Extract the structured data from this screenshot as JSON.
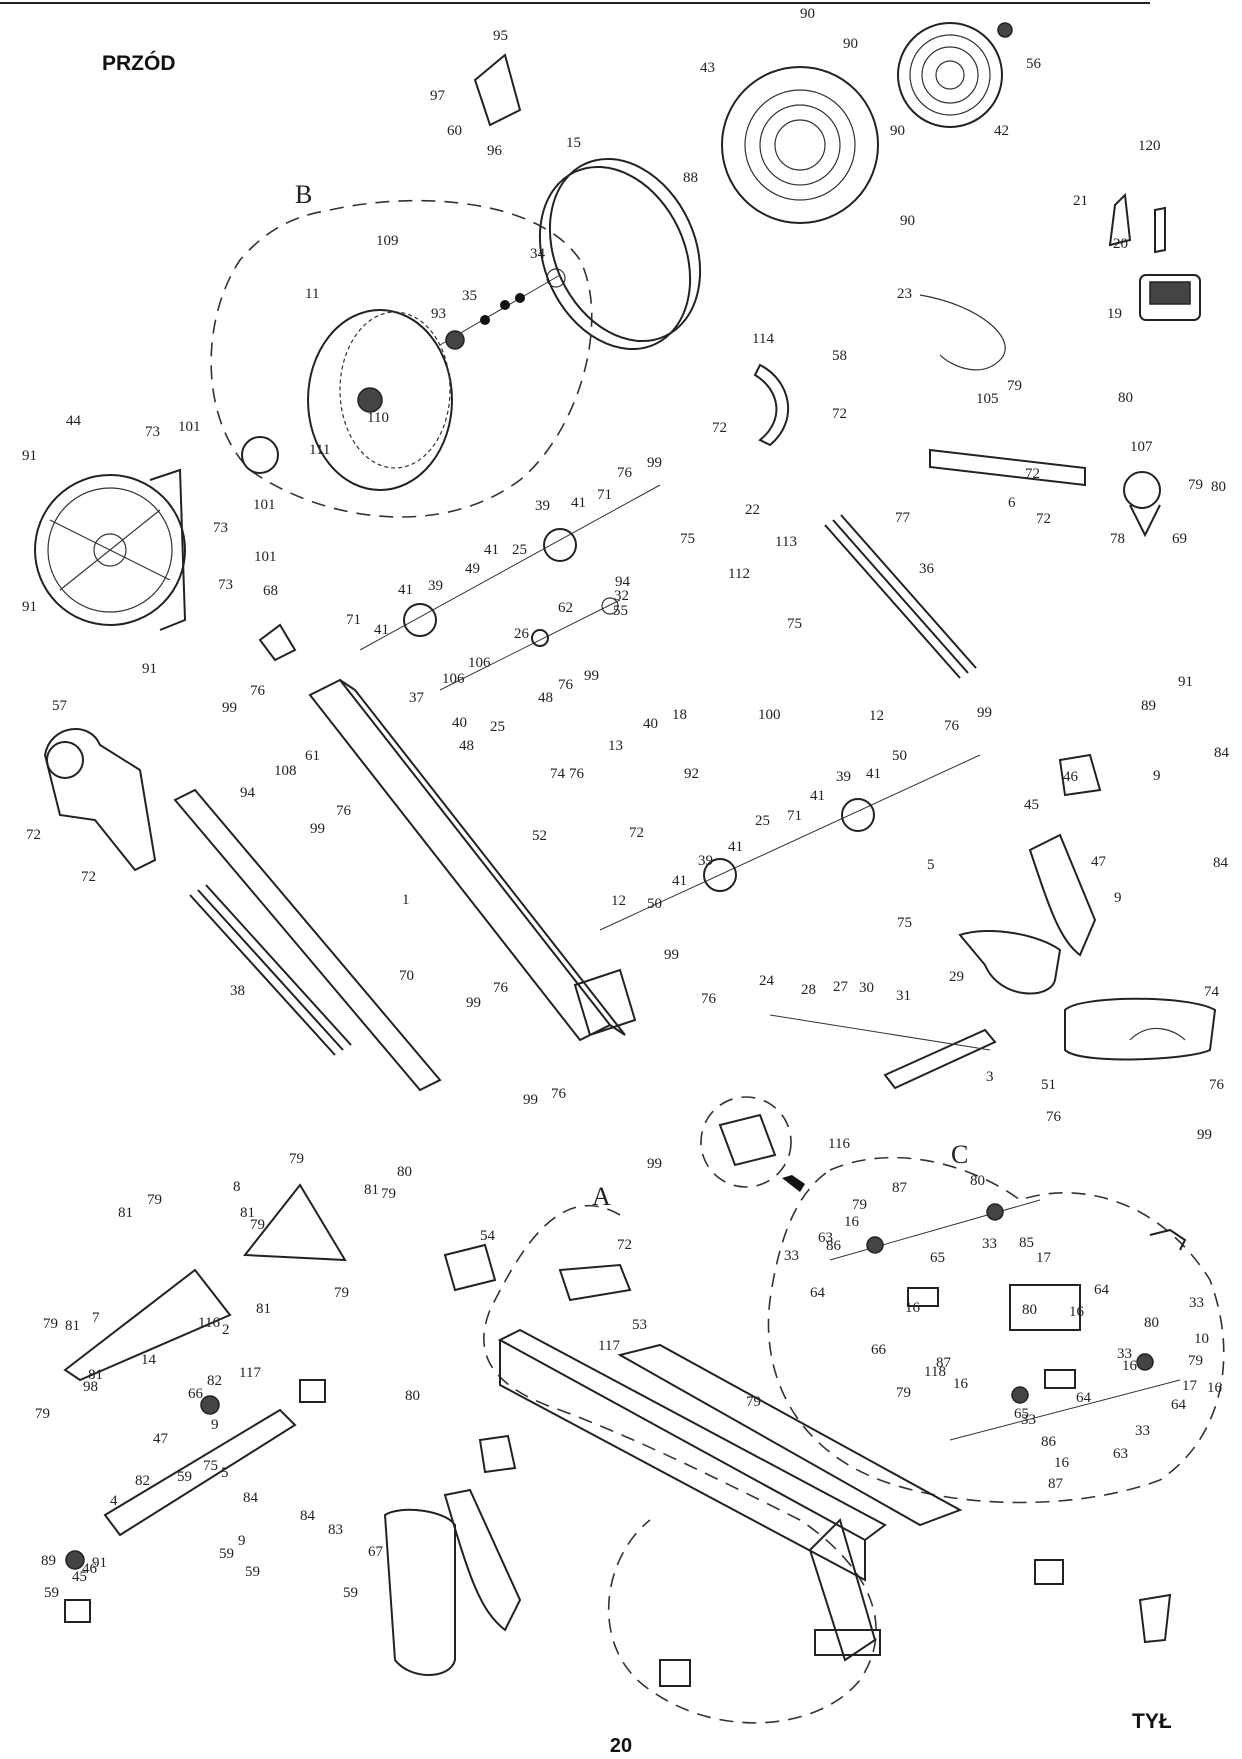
{
  "headings": {
    "front": "PRZÓD",
    "back": "TYŁ",
    "page_number": "20"
  },
  "group_letters": [
    "A",
    "B",
    "C"
  ],
  "labels": [
    "90",
    "90",
    "90",
    "90",
    "95",
    "97",
    "60",
    "96",
    "43",
    "56",
    "42",
    "15",
    "88",
    "120",
    "21",
    "20",
    "19",
    "23",
    "B",
    "109",
    "11",
    "35",
    "34",
    "93",
    "110",
    "111",
    "114",
    "58",
    "72",
    "72",
    "105",
    "79",
    "80",
    "107",
    "72",
    "6",
    "72",
    "77",
    "78",
    "69",
    "79",
    "80",
    "44",
    "73",
    "101",
    "91",
    "101",
    "73",
    "101",
    "73",
    "91",
    "91",
    "99",
    "76",
    "71",
    "41",
    "39",
    "41",
    "49",
    "25",
    "41",
    "39",
    "41",
    "71",
    "32",
    "94",
    "62",
    "26",
    "106",
    "37",
    "106",
    "76",
    "99",
    "48",
    "40",
    "48",
    "25",
    "22",
    "75",
    "113",
    "112",
    "55",
    "75",
    "36",
    "68",
    "57",
    "72",
    "72",
    "99",
    "76",
    "108",
    "61",
    "94",
    "76",
    "99",
    "13",
    "40",
    "18",
    "100",
    "76",
    "74",
    "92",
    "12",
    "76",
    "99",
    "39",
    "41",
    "50",
    "52",
    "72",
    "1",
    "71",
    "41",
    "25",
    "39",
    "41",
    "41",
    "50",
    "12",
    "91",
    "89",
    "84",
    "46",
    "9",
    "45",
    "47",
    "84",
    "9",
    "5",
    "75",
    "38",
    "70",
    "99",
    "99",
    "76",
    "76",
    "99",
    "76",
    "24",
    "28",
    "27",
    "30",
    "31",
    "29",
    "3",
    "74",
    "51",
    "76",
    "76",
    "99",
    "99",
    "A",
    "72",
    "54",
    "53",
    "117",
    "116",
    "C",
    "80",
    "87",
    "79",
    "16",
    "63",
    "33",
    "86",
    "33",
    "64",
    "16",
    "65",
    "17",
    "85",
    "64",
    "33",
    "16",
    "10",
    "16",
    "118",
    "79",
    "87",
    "80",
    "33",
    "16",
    "64",
    "17",
    "65",
    "33",
    "16",
    "64",
    "86",
    "33",
    "16",
    "63",
    "87",
    "79",
    "80",
    "8",
    "81",
    "79",
    "81",
    "79",
    "81",
    "79",
    "81",
    "79",
    "81",
    "79",
    "7",
    "81",
    "79",
    "98",
    "14",
    "117",
    "116",
    "2",
    "66",
    "82",
    "80",
    "79",
    "66",
    "79",
    "80",
    "82",
    "59",
    "4",
    "59",
    "45",
    "46",
    "91",
    "89",
    "5",
    "75",
    "47",
    "9",
    "84",
    "84",
    "9",
    "59",
    "83",
    "67",
    "59",
    "59"
  ]
}
